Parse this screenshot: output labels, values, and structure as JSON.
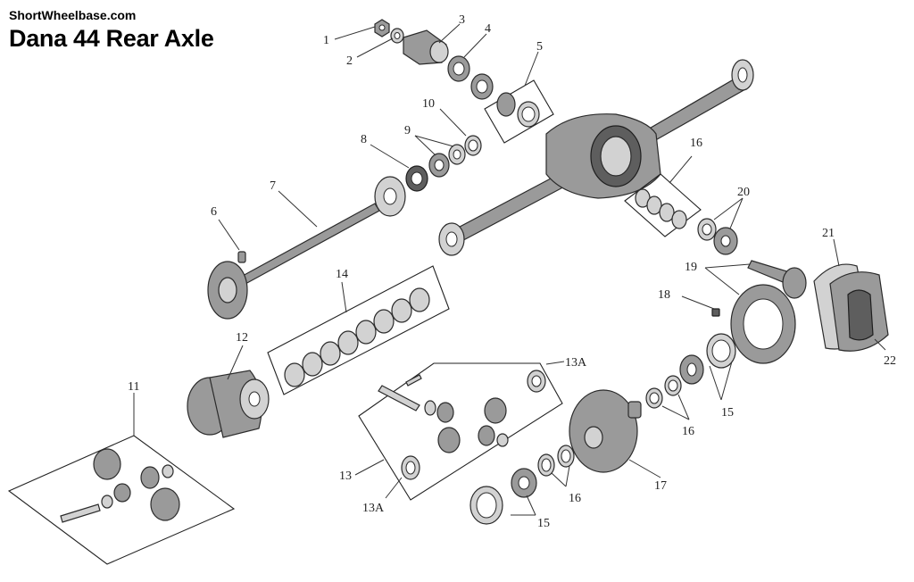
{
  "header": {
    "site": "ShortWheelbase.com",
    "title": "Dana 44 Rear Axle"
  },
  "callouts": {
    "c1": "1",
    "c2": "2",
    "c3": "3",
    "c4": "4",
    "c5": "5",
    "c6": "6",
    "c7": "7",
    "c8": "8",
    "c9": "9",
    "c10": "10",
    "c11": "11",
    "c12": "12",
    "c13": "13",
    "c13a_top": "13A",
    "c13a_bottom": "13A",
    "c14": "14",
    "c15_right": "15",
    "c15_bottom": "15",
    "c16_top": "16",
    "c16_right": "16",
    "c16_bottom": "16",
    "c17": "17",
    "c18": "18",
    "c19": "19",
    "c20": "20",
    "c21": "21",
    "c22": "22"
  },
  "colors": {
    "metal": "#9a9a9a",
    "metal_light": "#d2d2d2",
    "metal_dark": "#5e5e5e",
    "ink": "#222222"
  }
}
